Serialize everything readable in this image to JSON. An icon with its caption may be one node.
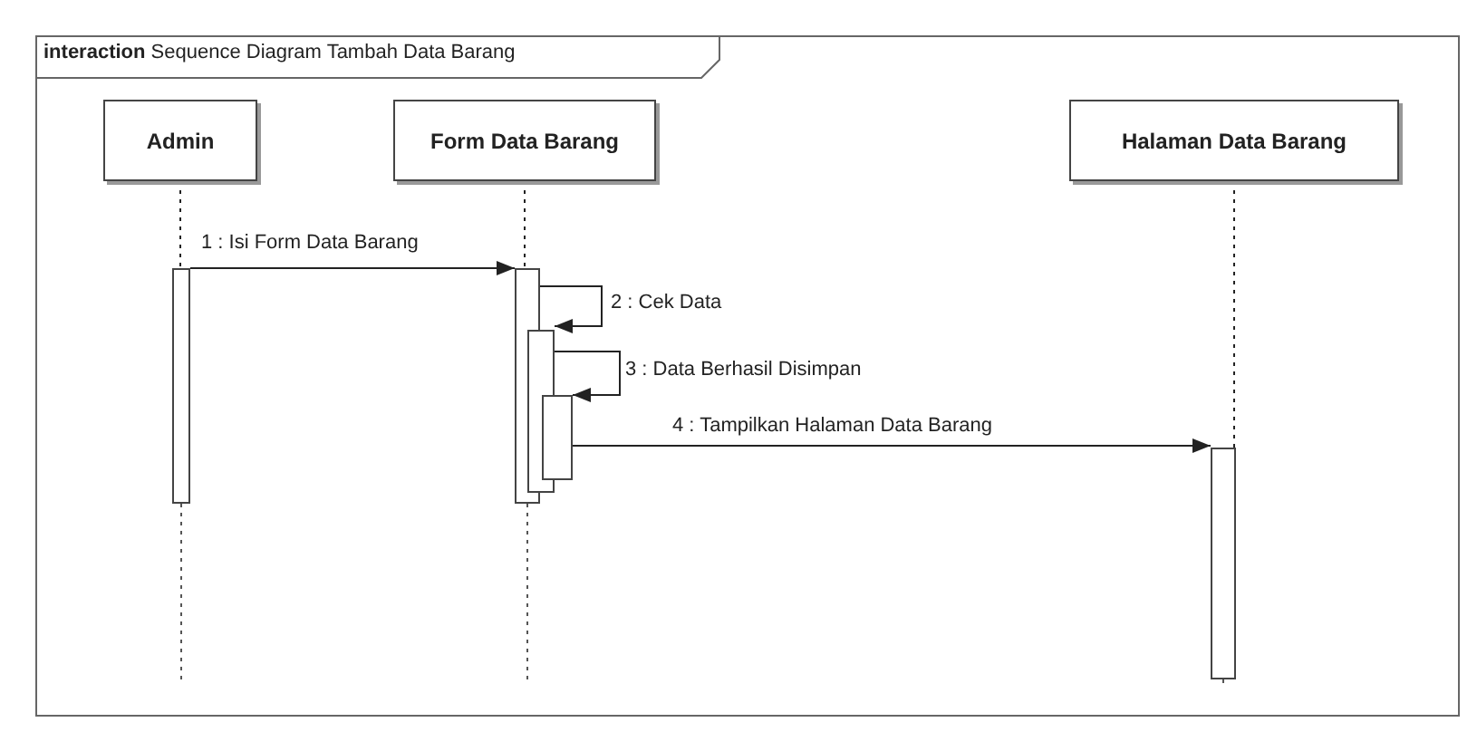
{
  "diagram": {
    "title": "**interaction** Sequence Diagram Tambah Data Barang",
    "nodes": [
      {
        "text": [
          "Admin"
        ]
      },
      {
        "text": [
          "Form Data Barang"
        ]
      },
      {
        "text": [
          "Halaman Data Barang"
        ]
      },
      {
        "text": [],
        "shape": "bar"
      },
      {
        "text": [],
        "shape": "bar"
      },
      {
        "text": [],
        "shape": "bar"
      },
      {
        "text": [],
        "shape": "bar"
      },
      {
        "text": [],
        "shape": "bar"
      }
    ],
    "edges": [
      {
        "from": 0,
        "to": 3,
        "arrow": "none",
        "style": "dashed"
      },
      {
        "from": 1,
        "to": 4,
        "arrow": "none",
        "style": "dashed"
      },
      {
        "from": 2,
        "to": 7,
        "arrow": "none",
        "style": "dashed"
      },
      {
        "from": 3,
        "to": 4,
        "arrow": "to",
        "label": "1 : Isi Form Data Barang"
      },
      {
        "from": 4,
        "to": 5,
        "arrow": "to",
        "label": "2 : Cek Data"
      },
      {
        "from": 5,
        "to": 6,
        "arrow": "to",
        "label": "3 : Data Berhasil Disimpan"
      },
      {
        "from": 6,
        "to": 7,
        "arrow": "to",
        "label": "4 : Tampilkan Halaman Data Barang"
      }
    ]
  }
}
